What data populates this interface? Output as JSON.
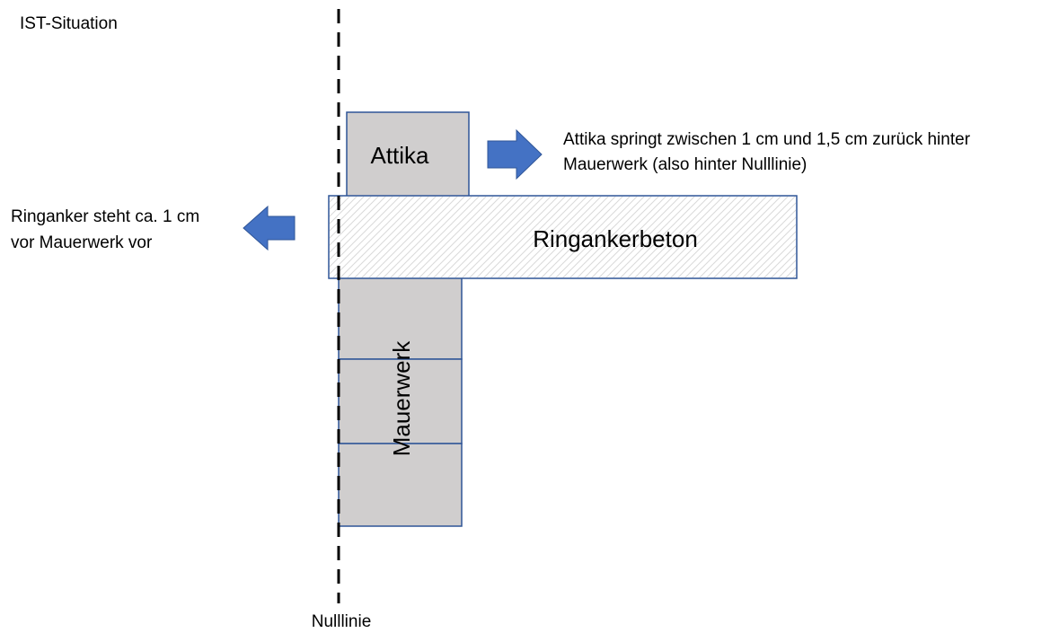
{
  "title": "IST-Situation",
  "blocks": {
    "attika": "Attika",
    "ringanker": "Ringankerbeton",
    "mauerwerk": "Mauerwerk"
  },
  "annotations": {
    "right_line1": "Attika springt zwischen 1 cm und 1,5 cm zurück hinter",
    "right_line2": "Mauerwerk (also hinter Nulllinie)",
    "left_line1": "Ringanker steht ca. 1 cm",
    "left_line2": "vor Mauerwerk vor"
  },
  "axis_label": "Nulllinie",
  "colors": {
    "block_fill": "#d0cece",
    "block_stroke": "#2f5597",
    "arrow_fill": "#4472c4",
    "hatch_stroke": "#d9d9d9",
    "line": "#000000"
  },
  "icons": {
    "right_arrow": "arrow-right-icon",
    "left_arrow": "arrow-left-icon"
  }
}
